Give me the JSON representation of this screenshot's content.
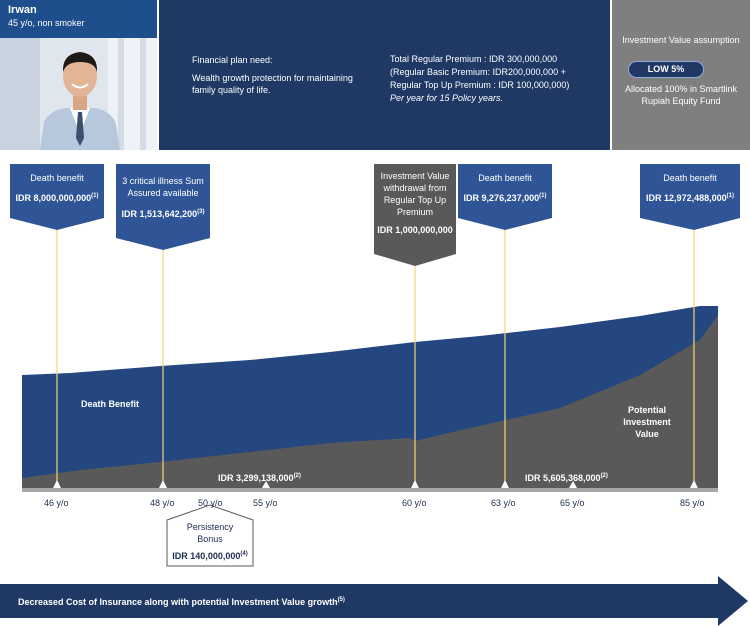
{
  "profile": {
    "name": "Irwan",
    "description": "45 y/o, non smoker",
    "photo_icon": "businessman-portrait-icon"
  },
  "plan_need": {
    "title": "Financial plan need:",
    "body": "Wealth growth protection for maintaining family quality of life."
  },
  "premium": {
    "line1": "Total Regular Premium : IDR 300,000,000",
    "line2": "(Regular Basic Premium: IDR200,000,000 +",
    "line3": "Regular Top Up Premium : IDR 100,000,000)",
    "line4": "Per year for 15 Policy years."
  },
  "assumption": {
    "title": "Investment Value assumption",
    "badge": "LOW  5%",
    "fund": "Allocated 100% in Smartlink Rupiah Equity Fund"
  },
  "callouts": {
    "c1": {
      "title": "Death benefit",
      "amount": "IDR 8,000,000,000",
      "note": "(1)"
    },
    "c2": {
      "title": "3 critical illness Sum Assured available",
      "amount": "IDR 1,513,642,200",
      "note": "(3)"
    },
    "c3": {
      "title": "Investment Value withdrawal from Regular Top Up Premium",
      "amount": "IDR 1,000,000,000",
      "note": ""
    },
    "c4": {
      "title": "Death benefit",
      "amount": "IDR 9,276,237,000",
      "note": "(1)"
    },
    "c5": {
      "title": "Death benefit",
      "amount": "IDR 12,972,488,000",
      "note": "(1)"
    },
    "bonus": {
      "title": "Persistency Bonus",
      "amount": "IDR 140,000,000",
      "note": "(4)"
    }
  },
  "chart_labels": {
    "death_benefit": "Death Benefit",
    "investment_value": "Potential Investment Value",
    "amount_55": "IDR 3,299,138,000",
    "amount_55_note": "(2)",
    "amount_65": "IDR 5,605,368,000",
    "amount_65_note": "(2)"
  },
  "ages": {
    "a46": "46 y/o",
    "a48": "48 y/o",
    "a50": "50 y/o",
    "a55": "55 y/o",
    "a60": "60 y/o",
    "a63": "63 y/o",
    "a65": "65 y/o",
    "a85": "85 y/o"
  },
  "footer": {
    "text": "Decreased Cost of Insurance along with potential Investment Value growth",
    "note": "(5)"
  },
  "colors": {
    "navy": "#1f3864",
    "blue": "#2f5597",
    "gray": "#595959",
    "connector": "#f2d479"
  }
}
